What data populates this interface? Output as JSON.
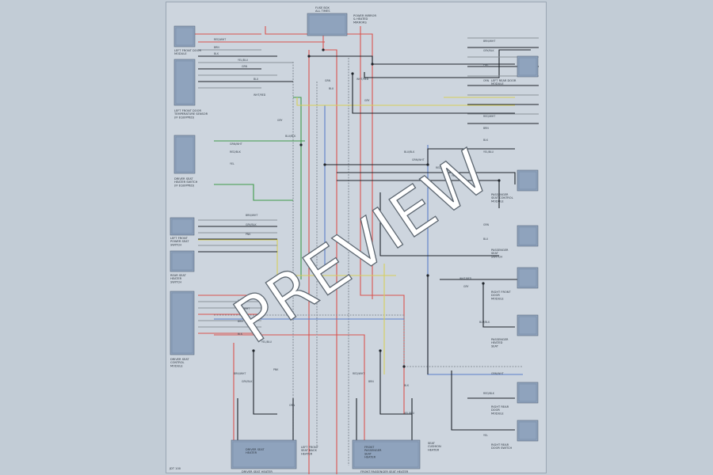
{
  "watermark": {
    "text": "PREVIEW"
  },
  "page_ref": "JDT 100",
  "colors": {
    "background": "#c2ccd6",
    "sheet": "#cdd5de",
    "component_fill": "#8fa3bd",
    "wire_red": "#d9534f",
    "wire_black": "#1e2329",
    "wire_green": "#3f9b4a",
    "wire_yellow": "#d8cf5a",
    "wire_blue": "#5b7ec9",
    "wire_gray": "#8a929b"
  },
  "components": {
    "fuse_box": [
      "FUSE BOX",
      "ALL TIMES"
    ],
    "fuse_label": [
      "POWER MIRROR",
      "& HEATED",
      "MIRRORS"
    ],
    "ldm_left": [
      "LEFT FRONT DOOR",
      "MODULE"
    ],
    "ldm_left2": [
      "LEFT FRONT DOOR",
      "TEMPERATURE SENSOR",
      "(IF EQUIPPED)"
    ],
    "ldm_switch": [
      "DRIVER SEAT",
      "HEATER SWITCH",
      "(IF EQUIPPED)"
    ],
    "interior": [
      "LEFT FRONT",
      "POWER SEAT",
      "SWITCH"
    ],
    "interior2": [
      "REAR SEAT",
      "HEATER",
      "SWITCH"
    ],
    "bcm": [
      "DRIVER SEAT",
      "CONTROL",
      "MODULE"
    ],
    "right_mirror_top": [
      "LEFT REAR DOOR",
      "MODULE"
    ],
    "right_mod2": [
      "PASSENGER",
      "SEAT CONTROL",
      "MODULE"
    ],
    "right_mod3": [
      "PASSENGER",
      "SEAT",
      "SWITCH"
    ],
    "right_mod4": [
      "RIGHT FRONT",
      "DOOR",
      "MODULE"
    ],
    "right_mod5": [
      "PASSENGER",
      "HEATED",
      "SEAT"
    ],
    "right_mod6": [
      "RIGHT REAR",
      "DOOR",
      "MODULE"
    ],
    "right_mod7": [
      "RIGHT REAR",
      "DOOR SWITCH"
    ],
    "bottom_left": [
      "DRIVER SEAT",
      "HEATER"
    ],
    "bottom_left_label": "DRIVER SEAT HEATER",
    "bottom_mid": [
      "LEFT FRONT",
      "SEAT BACK",
      "HEATER"
    ],
    "bottom_right": [
      "FRONT",
      "PASSENGER",
      "SEAT",
      "HEATER"
    ],
    "bottom_right2": [
      "SEAT",
      "CUSHION",
      "HEATER"
    ],
    "bottom_right_label": "FRONT PASSENGER SEAT HEATER"
  },
  "wire_labels": [
    "RED/WHT",
    "BRN",
    "BLK",
    "YEL/BLU",
    "GRN",
    "BLU",
    "WHT/RED",
    "GRY",
    "BLU/BLK",
    "GRN/WHT",
    "RED/BLK",
    "YEL",
    "BRN/WHT",
    "GRY/BLK",
    "PNK",
    "ORN"
  ]
}
